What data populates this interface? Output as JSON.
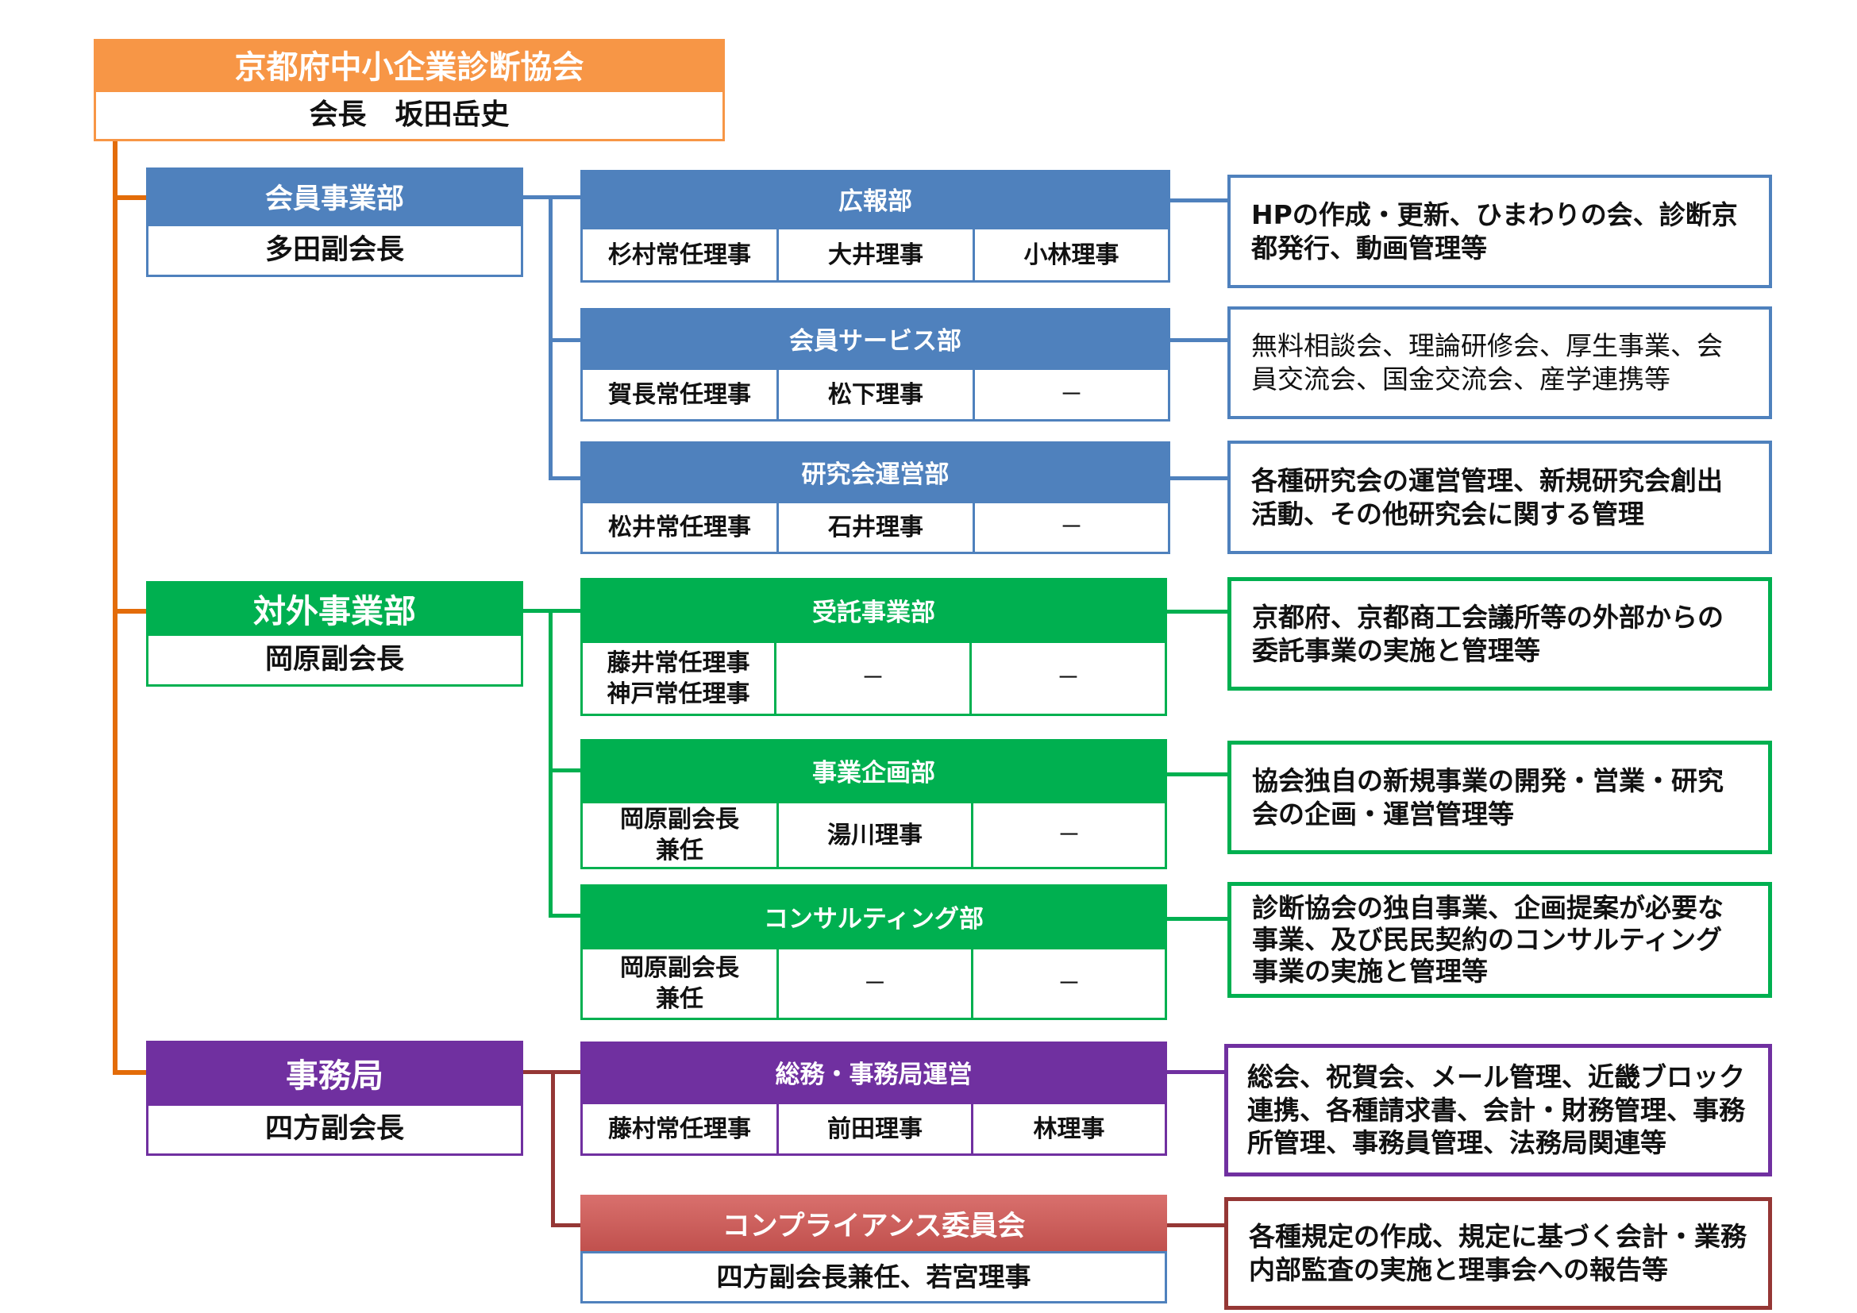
{
  "colors": {
    "orange": "#F79646",
    "orange_line": "#E36C09",
    "blue": "#4F81BD",
    "green": "#00B050",
    "purple": "#7030A0",
    "red": "#C0504D",
    "dark_red": "#953735"
  },
  "top": {
    "title": "京都府中小企業診断協会",
    "chair": "会長　坂田岳史"
  },
  "divisions": {
    "member": {
      "title": "会員事業部",
      "head": "多田副会長"
    },
    "external": {
      "title": "対外事業部",
      "head": "岡原副会長"
    },
    "office": {
      "title": "事務局",
      "head": "四方副会長"
    }
  },
  "departments": {
    "pr": {
      "title": "広報部",
      "members": [
        "杉村常任理事",
        "大井理事",
        "小林理事"
      ],
      "desc": "HPの作成・更新、ひまわりの会、診断京都発行、動画管理等"
    },
    "service": {
      "title": "会員サービス部",
      "members": [
        "賀長常任理事",
        "松下理事",
        "－"
      ],
      "desc": "無料相談会、理論研修会、厚生事業、会員交流会、国金交流会、産学連携等"
    },
    "research": {
      "title": "研究会運営部",
      "members": [
        "松井常任理事",
        "石井理事",
        "－"
      ],
      "desc": "各種研究会の運営管理、新規研究会創出活動、その他研究会に関する管理"
    },
    "commission": {
      "title": "受託事業部",
      "members": [
        "藤井常任理事",
        "神戸常任理事",
        "－",
        "－"
      ],
      "desc": "京都府、京都商工会議所等の外部からの委託事業の実施と管理等"
    },
    "planning": {
      "title": "事業企画部",
      "members": [
        "岡原副会長",
        "兼任",
        "湯川理事",
        "－"
      ],
      "desc": "協会独自の新規事業の開発・営業・研究会の企画・運営管理等"
    },
    "consulting": {
      "title": "コンサルティング部",
      "members": [
        "岡原副会長",
        "兼任",
        "－",
        "－"
      ],
      "desc": "診断協会の独自事業、企画提案が必要な事業、及び民民契約のコンサルティング事業の実施と管理等"
    },
    "general": {
      "title": "総務・事務局運営",
      "members": [
        "藤村常任理事",
        "前田理事",
        "林理事"
      ],
      "desc": "総会、祝賀会、メール管理、近畿ブロック連携、各種請求書、会計・財務管理、事務所管理、事務員管理、法務局関連等"
    },
    "compliance": {
      "title": "コンプライアンス委員会",
      "members": [
        "四方副会長兼任、若宮理事"
      ],
      "desc": "各種規定の作成、規定に基づく会計・業務内部監査の実施と理事会への報告等"
    }
  }
}
